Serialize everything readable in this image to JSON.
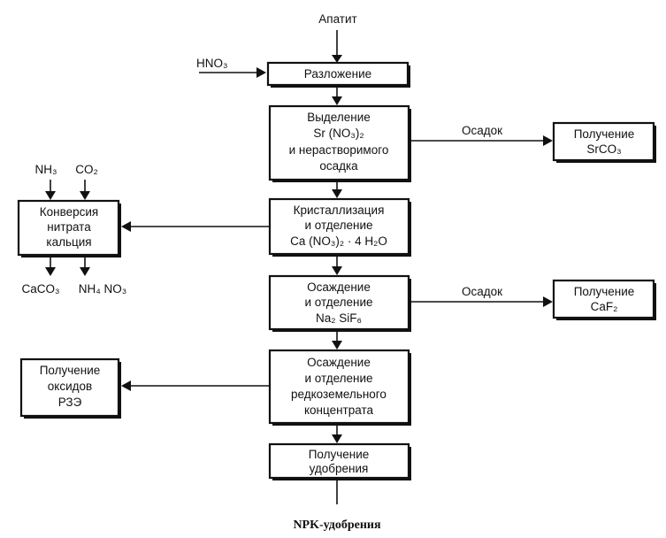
{
  "input_top": "Апатит",
  "input_left": "HNO₃",
  "steps": [
    {
      "lines": [
        "Разложение"
      ]
    },
    {
      "lines": [
        "Выделение",
        "Sr (NO₃)₂",
        "и нерастворимого",
        "осадка"
      ]
    },
    {
      "lines": [
        "Кристаллизация",
        "и отделение",
        "Ca (NO₃)₂ · 4 H₂O"
      ]
    },
    {
      "lines": [
        "Осаждение",
        "и отделение",
        "Na₂ SiF₆"
      ]
    },
    {
      "lines": [
        "Осаждение",
        "и отделение",
        "редкоземельного",
        "концентрата"
      ]
    },
    {
      "lines": [
        "Получение",
        "удобрения"
      ]
    }
  ],
  "right_branches": [
    {
      "arrow_label": "Осадок",
      "box_lines": [
        "Получение",
        "SrCO₃"
      ]
    },
    {
      "arrow_label": "Осадок",
      "box_lines": [
        "Получение",
        "CaF₂"
      ]
    }
  ],
  "left_conversion": {
    "inputs": [
      "NH₃",
      "CO₂"
    ],
    "box_lines": [
      "Конверсия",
      "нитрата",
      "кальция"
    ],
    "outputs": [
      "CaCO₃",
      "NH₄ NO₃"
    ]
  },
  "left_ree": {
    "box_lines": [
      "Получение",
      "оксидов",
      "РЗЭ"
    ]
  },
  "output_bottom": "NPK-удобрения"
}
